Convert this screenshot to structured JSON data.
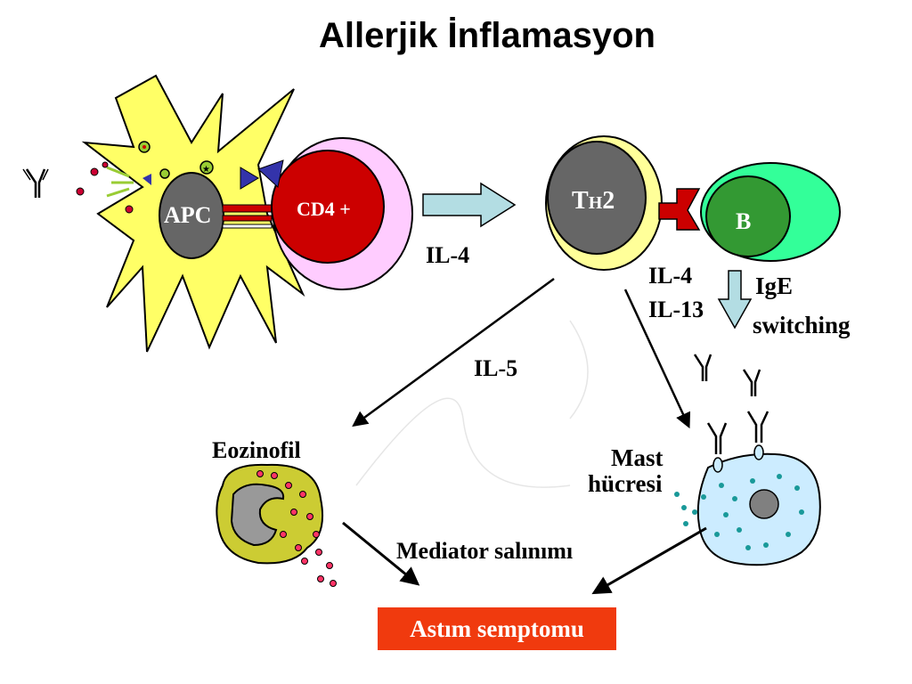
{
  "title": "Allerjik İnflamasyon",
  "cells": {
    "apc": "APC",
    "cd4": "CD4 +",
    "th2_main": "T",
    "th2_sub": "H",
    "th2_num": "2",
    "b_cell": "B",
    "eosinophil": "Eozinofil",
    "mast_line1": "Mast",
    "mast_line2": "hücresi"
  },
  "labels": {
    "il4_top": "IL-4",
    "il4_right": "IL-4",
    "il13": "IL-13",
    "ige_line1": "IgE",
    "ige_line2": "switching",
    "il5": "IL-5",
    "mediator": "Mediator salınımı"
  },
  "result": "Astım semptomu",
  "colors": {
    "apc_body": "#ffff66",
    "apc_nucleus": "#666666",
    "cd4_outer": "#ffccff",
    "cd4_inner": "#cc0000",
    "th2_outer": "#ffff99",
    "b_outer": "#33ff99",
    "b_inner": "#339933",
    "eosinophil_body": "#cccc33",
    "mast_body": "#ccecff",
    "granule_teal": "#199999",
    "result_bg": "#f03a0e"
  }
}
